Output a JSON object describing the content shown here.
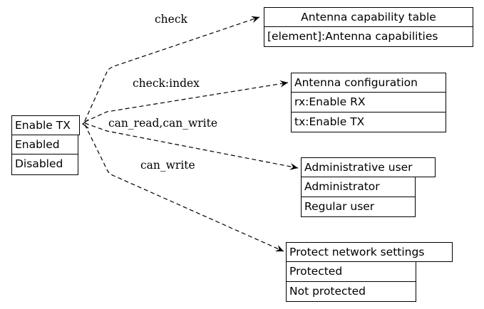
{
  "nodes": {
    "enable_tx": {
      "header": "Enable TX",
      "rows": [
        "Enabled",
        "Disabled"
      ]
    },
    "antenna_capability_table": {
      "header": "Antenna capability table",
      "rows": [
        "[element]:Antenna capabilities"
      ]
    },
    "antenna_configuration": {
      "header": "Antenna configuration",
      "rows": [
        "rx:Enable RX",
        "tx:Enable TX"
      ]
    },
    "administrative_user": {
      "header": "Administrative user",
      "rows": [
        "Administrator",
        "Regular user"
      ]
    },
    "protect_network_settings": {
      "header": "Protect network settings",
      "rows": [
        "Protected",
        "Not protected"
      ]
    }
  },
  "edges": [
    {
      "label": "check",
      "to": "antenna_capability_table"
    },
    {
      "label": "check:index",
      "to": "antenna_configuration"
    },
    {
      "label": "can_read,can_write",
      "to": "administrative_user"
    },
    {
      "label": "can_write",
      "to": "protect_network_settings"
    }
  ],
  "style": {
    "line_color": "#000000",
    "box_fill": "#ffffff"
  }
}
